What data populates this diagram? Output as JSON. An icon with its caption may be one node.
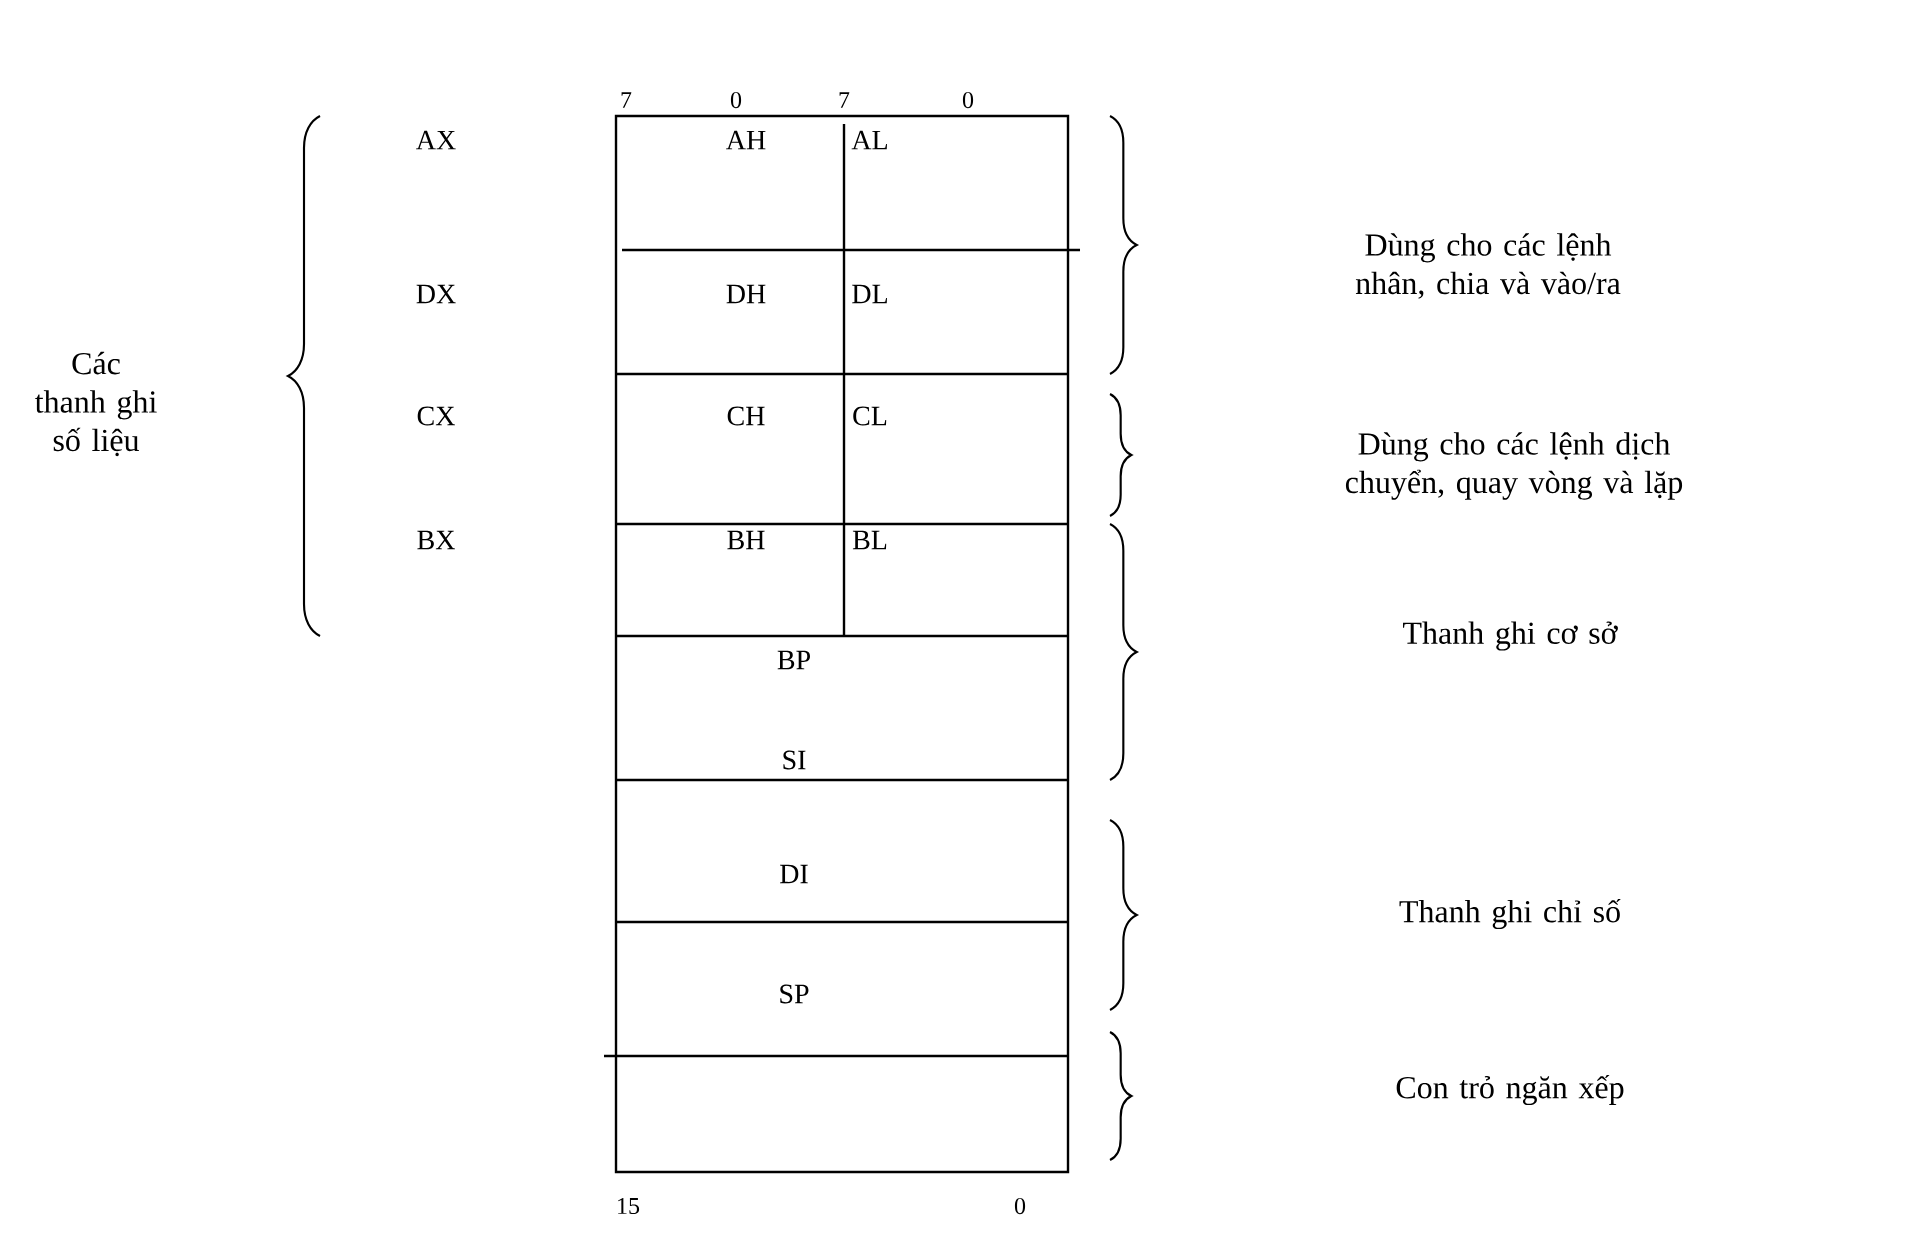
{
  "diagram": {
    "labels": [
      "7",
      "0",
      "7",
      "0",
      "AX",
      "AH",
      "AL",
      "Dùng cho các lệnh nhân, chia và vào/ra",
      "Các thanh ghi số liệu",
      "DX",
      "DH",
      "DL",
      "CX",
      "CH",
      "CL",
      "Dùng cho các lệnh dịch chuyển, quay vòng và lặp",
      "BX",
      "BH",
      "BL",
      "BP",
      "Thanh ghi cơ sở",
      "SI",
      "DI",
      "Thanh ghi chỉ số",
      "SP",
      "Con trỏ ngăn xếp",
      "15",
      "0"
    ]
  }
}
